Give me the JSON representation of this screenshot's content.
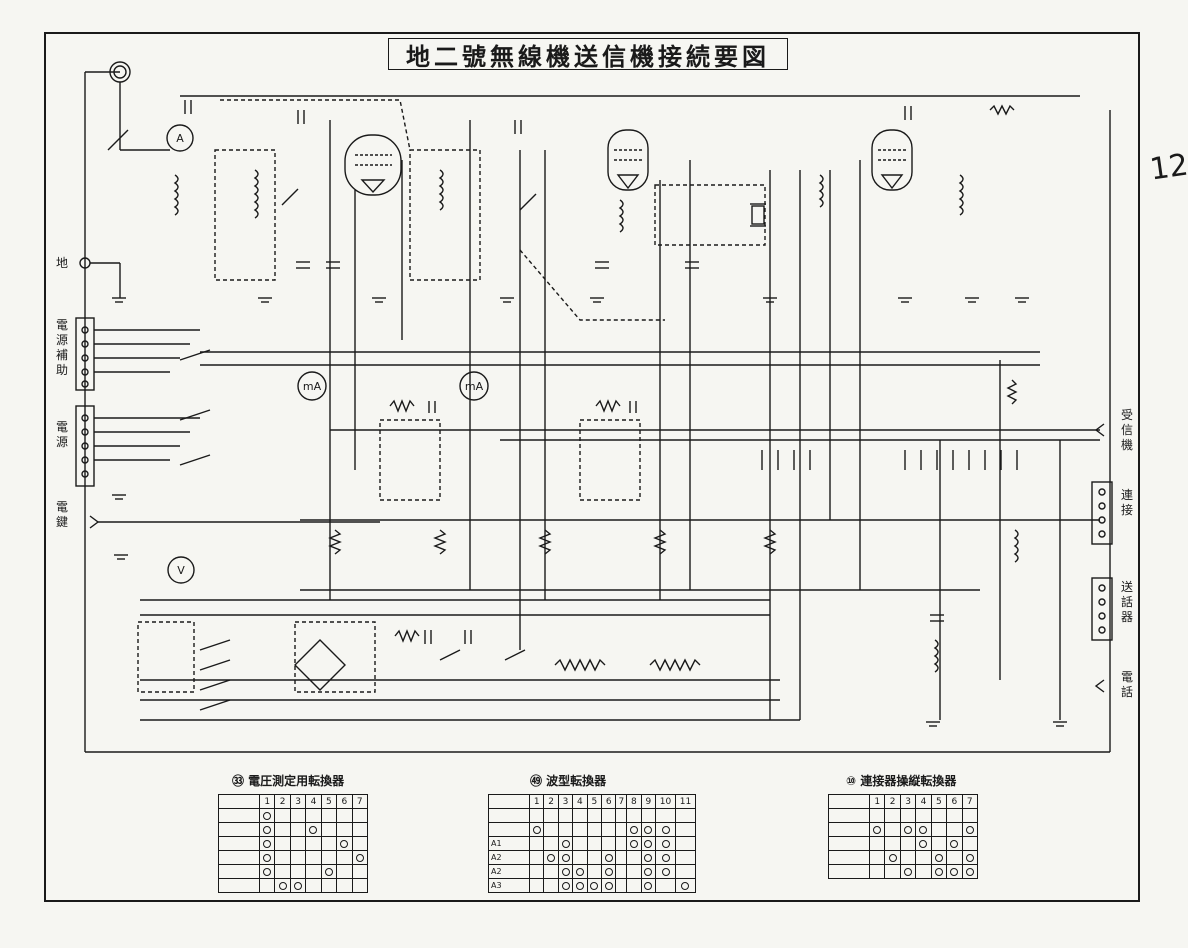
{
  "title": "地二號無線機送信機接続要図",
  "page_number": "12",
  "left_labels": {
    "ground": "地",
    "aux_power": "電源補助",
    "power": "電源",
    "key": "電鍵"
  },
  "right_labels": {
    "receiver": "受信機",
    "relay": "連接",
    "handset": "送話器",
    "phone": "電話"
  },
  "meters": [
    "A",
    "mA",
    "mA",
    "V"
  ],
  "tables": [
    {
      "title": "㉝ 電圧測定用転換器",
      "columns": [
        "",
        "1",
        "2",
        "3",
        "4",
        "5",
        "6",
        "7"
      ],
      "rows": [
        {
          "label": "",
          "marks": [
            1,
            0,
            0,
            0,
            0,
            0,
            0
          ]
        },
        {
          "label": "",
          "marks": [
            1,
            0,
            0,
            1,
            0,
            0,
            0
          ]
        },
        {
          "label": "",
          "marks": [
            1,
            0,
            0,
            0,
            0,
            1,
            0
          ]
        },
        {
          "label": "",
          "marks": [
            1,
            0,
            0,
            0,
            0,
            0,
            1
          ]
        },
        {
          "label": "",
          "marks": [
            1,
            0,
            0,
            0,
            1,
            0,
            0
          ]
        },
        {
          "label": "",
          "marks": [
            0,
            1,
            1,
            0,
            0,
            0,
            0
          ]
        }
      ]
    },
    {
      "title": "㊾ 波型転換器",
      "columns": [
        "",
        "1",
        "2",
        "3",
        "4",
        "5",
        "6",
        "7",
        "8",
        "9",
        "10",
        "11"
      ],
      "rows": [
        {
          "label": "",
          "marks": [
            0,
            0,
            0,
            0,
            0,
            0,
            0,
            0,
            0,
            0,
            0
          ]
        },
        {
          "label": "",
          "marks": [
            1,
            0,
            0,
            0,
            0,
            0,
            0,
            1,
            1,
            1,
            0
          ]
        },
        {
          "label": "A1",
          "marks": [
            0,
            0,
            1,
            0,
            0,
            0,
            0,
            1,
            1,
            1,
            0
          ]
        },
        {
          "label": "A2",
          "marks": [
            0,
            1,
            1,
            0,
            0,
            1,
            0,
            0,
            1,
            1,
            0
          ]
        },
        {
          "label": "A2",
          "marks": [
            0,
            0,
            1,
            1,
            0,
            1,
            0,
            0,
            1,
            1,
            0
          ]
        },
        {
          "label": "A3",
          "marks": [
            0,
            0,
            1,
            1,
            1,
            1,
            0,
            0,
            1,
            0,
            1
          ]
        }
      ]
    },
    {
      "title": "⑩ 連接器操縦転換器",
      "columns": [
        "",
        "1",
        "2",
        "3",
        "4",
        "5",
        "6",
        "7"
      ],
      "rows": [
        {
          "label": "",
          "marks": [
            0,
            0,
            0,
            0,
            0,
            0,
            0
          ]
        },
        {
          "label": "",
          "marks": [
            1,
            0,
            1,
            1,
            0,
            0,
            1
          ]
        },
        {
          "label": "",
          "marks": [
            0,
            0,
            0,
            1,
            0,
            1,
            0
          ]
        },
        {
          "label": "",
          "marks": [
            0,
            1,
            0,
            0,
            1,
            0,
            1
          ]
        },
        {
          "label": "",
          "marks": [
            0,
            0,
            1,
            0,
            1,
            1,
            1
          ]
        }
      ]
    }
  ]
}
